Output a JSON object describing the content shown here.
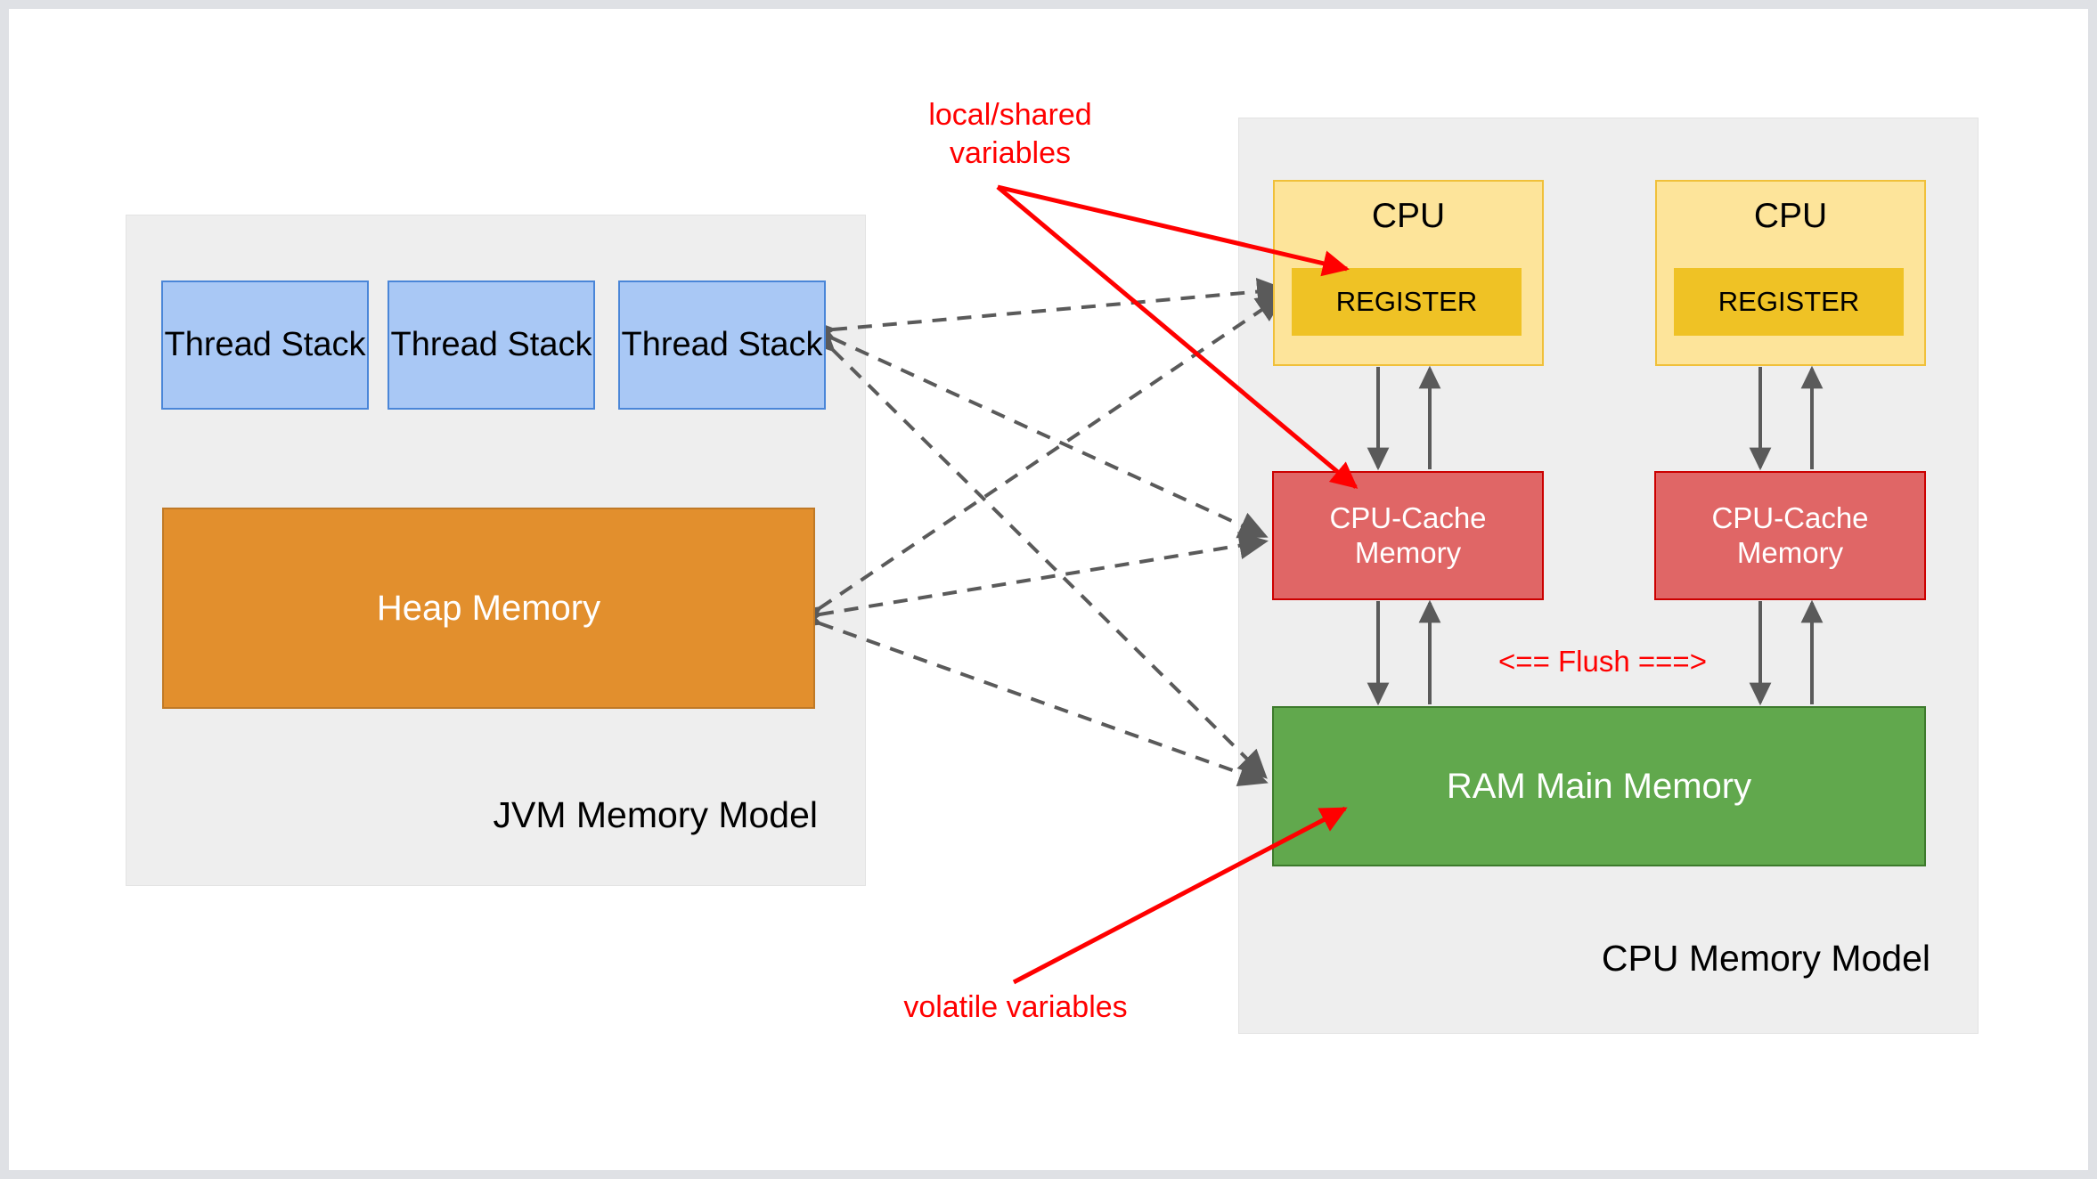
{
  "diagram": {
    "title": "JVM Memory Model and CPU Memory Model",
    "colors": {
      "panel_bg": "#eeeeee",
      "thread_stack_fill": "#a9c8f5",
      "thread_stack_stroke": "#4a86d8",
      "heap_fill": "#e28f2d",
      "cpu_fill": "#fde49a",
      "cpu_stroke": "#f0c03a",
      "register_fill": "#efc225",
      "cache_fill": "#e06666",
      "cache_stroke": "#cc0000",
      "ram_fill": "#61a84d",
      "annotation_red": "#ff0000",
      "arrow_gray": "#5a5a5a"
    }
  },
  "jvm_panel": {
    "title": "JVM Memory Model",
    "thread_stacks": [
      {
        "label": "Thread\nStack"
      },
      {
        "label": "Thread\nStack"
      },
      {
        "label": "Thread\nStack"
      }
    ],
    "heap": {
      "label": "Heap Memory"
    }
  },
  "cpu_panel": {
    "title": "CPU Memory Model",
    "cpus": [
      {
        "label": "CPU",
        "register": "REGISTER",
        "cache": "CPU-Cache\nMemory"
      },
      {
        "label": "CPU",
        "register": "REGISTER",
        "cache": "CPU-Cache\nMemory"
      }
    ],
    "ram": {
      "label": "RAM Main Memory"
    },
    "flush_label": "<== Flush ===>"
  },
  "annotations": {
    "local_shared": "local/shared\nvariables",
    "volatile": "volatile variables"
  },
  "chart_data": {
    "type": "diagram",
    "title": "JVM Memory Model vs CPU Memory Model",
    "nodes": [
      {
        "id": "thread-stack-1",
        "label": "Thread Stack",
        "group": "JVM Memory Model"
      },
      {
        "id": "thread-stack-2",
        "label": "Thread Stack",
        "group": "JVM Memory Model"
      },
      {
        "id": "thread-stack-3",
        "label": "Thread Stack",
        "group": "JVM Memory Model"
      },
      {
        "id": "heap-memory",
        "label": "Heap Memory",
        "group": "JVM Memory Model"
      },
      {
        "id": "cpu-1",
        "label": "CPU",
        "group": "CPU Memory Model"
      },
      {
        "id": "register-1",
        "label": "REGISTER",
        "group": "CPU Memory Model"
      },
      {
        "id": "cache-1",
        "label": "CPU-Cache Memory",
        "group": "CPU Memory Model"
      },
      {
        "id": "cpu-2",
        "label": "CPU",
        "group": "CPU Memory Model"
      },
      {
        "id": "register-2",
        "label": "REGISTER",
        "group": "CPU Memory Model"
      },
      {
        "id": "cache-2",
        "label": "CPU-Cache Memory",
        "group": "CPU Memory Model"
      },
      {
        "id": "ram",
        "label": "RAM Main Memory",
        "group": "CPU Memory Model"
      }
    ],
    "edges": [
      {
        "from": "thread-stack-3",
        "to": "register-1",
        "style": "dashed",
        "direction": "both"
      },
      {
        "from": "thread-stack-3",
        "to": "cache-1",
        "style": "dashed",
        "direction": "both"
      },
      {
        "from": "thread-stack-3",
        "to": "ram",
        "style": "dashed",
        "direction": "both"
      },
      {
        "from": "heap-memory",
        "to": "register-1",
        "style": "dashed",
        "direction": "both"
      },
      {
        "from": "heap-memory",
        "to": "cache-1",
        "style": "dashed",
        "direction": "both"
      },
      {
        "from": "heap-memory",
        "to": "ram",
        "style": "dashed",
        "direction": "both"
      },
      {
        "from": "register-1",
        "to": "cache-1",
        "style": "solid",
        "direction": "both"
      },
      {
        "from": "cache-1",
        "to": "ram",
        "style": "solid",
        "direction": "both"
      },
      {
        "from": "register-2",
        "to": "cache-2",
        "style": "solid",
        "direction": "both"
      },
      {
        "from": "cache-2",
        "to": "ram",
        "style": "solid",
        "direction": "both"
      },
      {
        "from": "local/shared variables",
        "to": "register-1",
        "style": "solid-red",
        "direction": "to"
      },
      {
        "from": "local/shared variables",
        "to": "cache-1",
        "style": "solid-red",
        "direction": "to"
      },
      {
        "from": "volatile variables",
        "to": "ram",
        "style": "solid-red",
        "direction": "to"
      }
    ]
  }
}
